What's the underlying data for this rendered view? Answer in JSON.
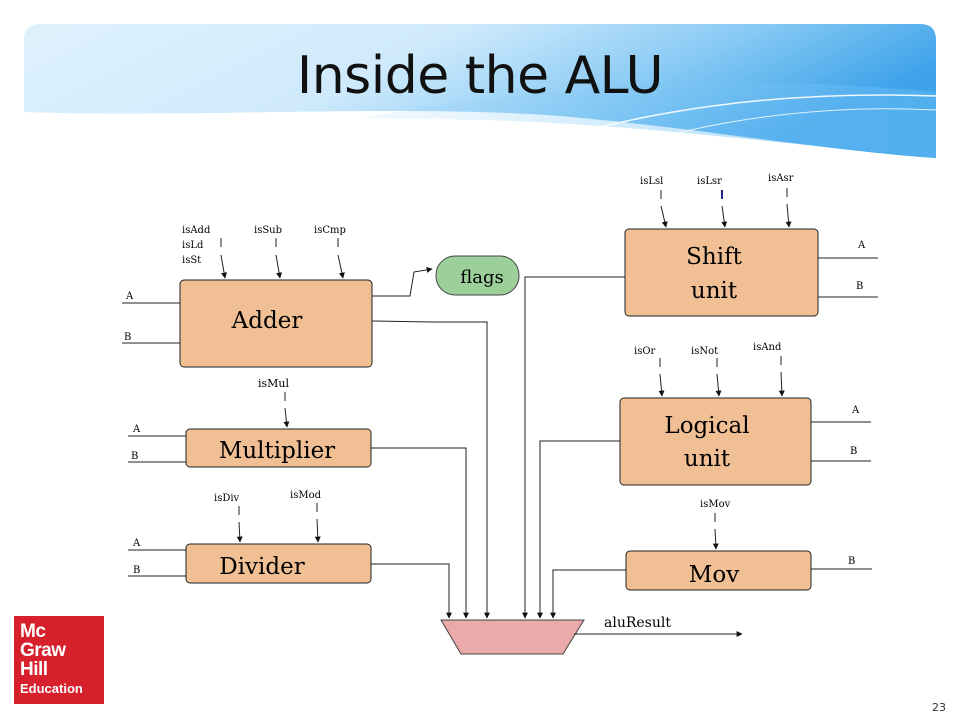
{
  "title": "Inside the ALU",
  "page_number": "23",
  "logo": {
    "line1": "Mc",
    "line2": "Graw",
    "line3": "Hill",
    "line4": "Education"
  },
  "colors": {
    "unit_fill": "#f0bf94",
    "flags_fill": "#9ccf9a",
    "mux_fill": "#eaaaa9",
    "banner_light": "#cdeafb",
    "banner_dark": "#4aaaec",
    "logo_red": "#d6202b"
  },
  "units": {
    "adder": {
      "label": "Adder",
      "in_a": "A",
      "in_b": "B"
    },
    "multiplier": {
      "label": "Multiplier",
      "in_a": "A",
      "in_b": "B"
    },
    "divider": {
      "label": "Divider",
      "in_a": "A",
      "in_b": "B"
    },
    "shift": {
      "label_line1": "Shift",
      "label_line2": "unit",
      "in_a": "A",
      "in_b": "B"
    },
    "logical": {
      "label_line1": "Logical",
      "label_line2": "unit",
      "in_a": "A",
      "in_b": "B"
    },
    "mov": {
      "label": "Mov",
      "in_b": "B"
    }
  },
  "flags": {
    "label": "flags"
  },
  "signals": {
    "adder": [
      "isAdd",
      "isLd",
      "isSt",
      "isSub",
      "isCmp"
    ],
    "multiplier": [
      "isMul"
    ],
    "divider": [
      "isDiv",
      "isMod"
    ],
    "shift": [
      "isLsl",
      "isLsr",
      "isAsr"
    ],
    "logical": [
      "isOr",
      "isNot",
      "isAnd"
    ],
    "mov": [
      "isMov"
    ]
  },
  "output": {
    "label": "aluResult"
  }
}
